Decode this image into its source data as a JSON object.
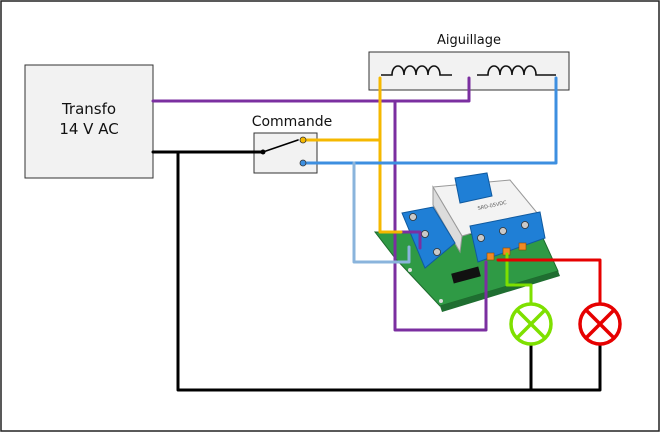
{
  "labels": {
    "transfo_line1": "Transfo",
    "transfo_line2": "14 V AC",
    "commande": "Commande",
    "aiguillage": "Aiguillage"
  },
  "colors": {
    "purple": "#7b2fa0",
    "black": "#000000",
    "yellow": "#f5b800",
    "blue": "#3d8fe0",
    "light_blue": "#8ab4dc",
    "red": "#e60000",
    "green": "#7ee000",
    "terminal_blue": "#1f7fd6",
    "pcb_green": "#2f9a45"
  }
}
